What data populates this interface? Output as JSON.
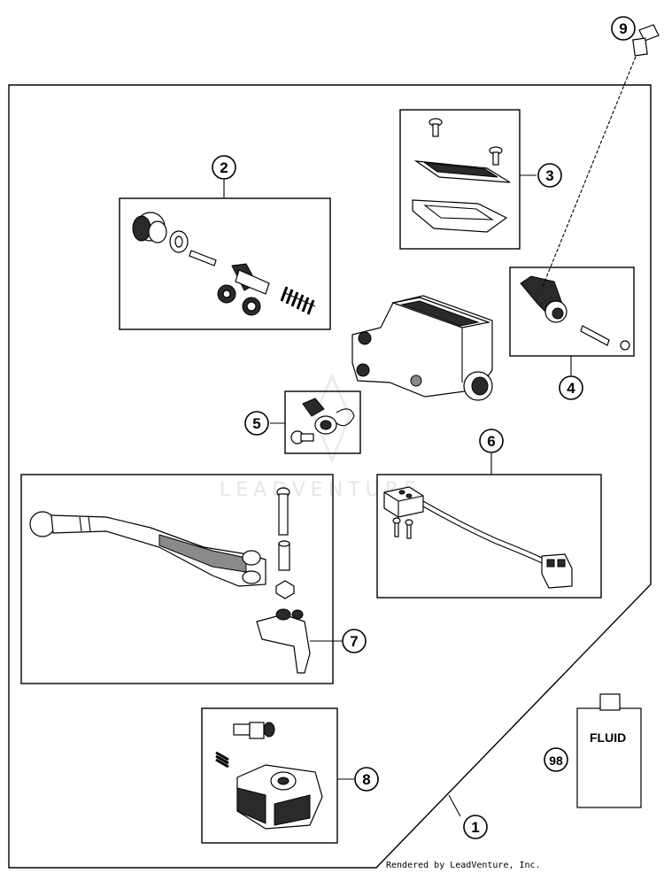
{
  "callouts": {
    "c1": "1",
    "c2": "2",
    "c3": "3",
    "c4": "4",
    "c5": "5",
    "c6": "6",
    "c7": "7",
    "c8": "8",
    "c9": "9",
    "c98": "98"
  },
  "fluid_label": "FLUID",
  "watermark": "LEADVENTURE",
  "footer": "Rendered by LeadVenture, Inc."
}
